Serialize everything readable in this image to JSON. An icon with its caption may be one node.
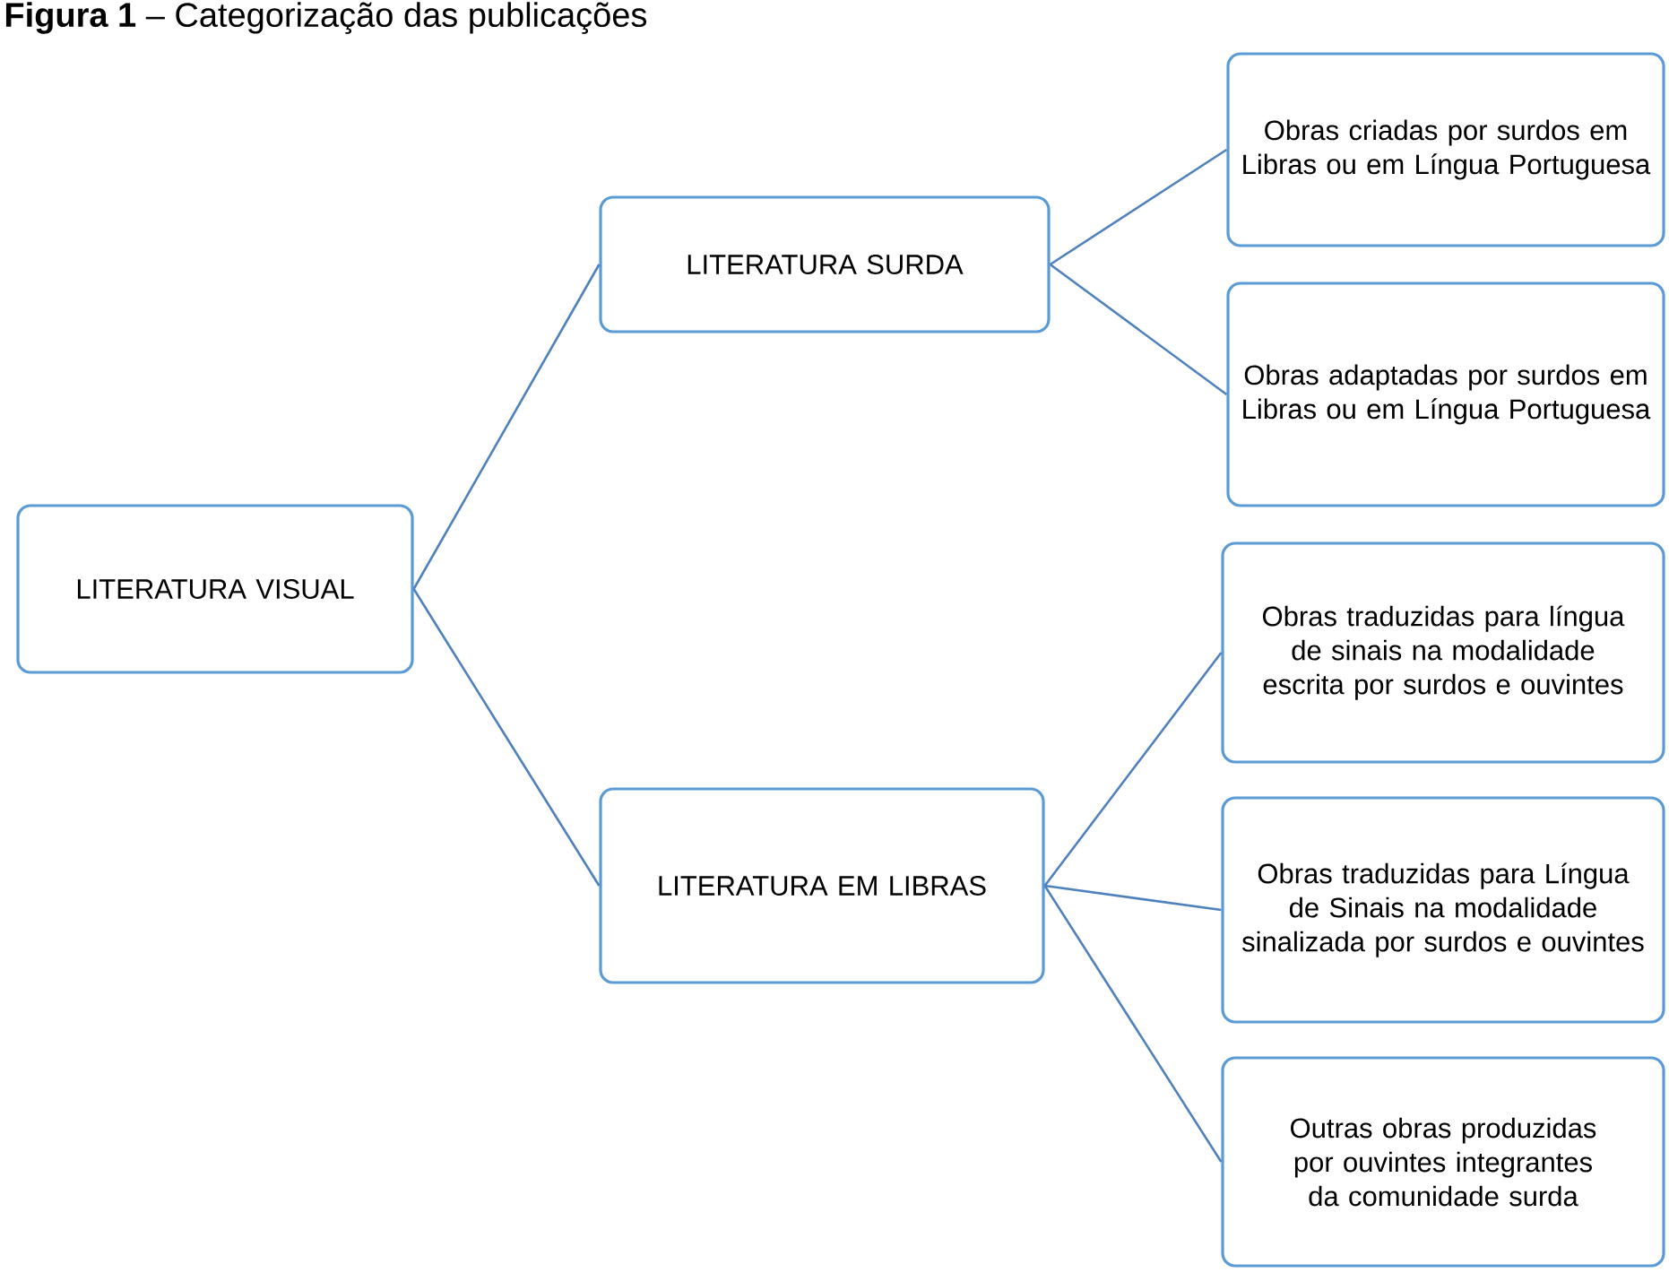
{
  "diagram": {
    "title": "**Figura 1** – Categorização das publicações",
    "nodes": [
      {
        "text": [
          "LITERATURA VISUAL"
        ]
      },
      {
        "text": [
          "LITERATURA SURDA"
        ]
      },
      {
        "text": [
          "LITERATURA EM LIBRAS"
        ]
      },
      {
        "text": [
          "Obras criadas por surdos em Libras ou em Língua Portuguesa"
        ]
      },
      {
        "text": [
          "Obras adaptadas por surdos em Libras ou em Língua Portuguesa"
        ]
      },
      {
        "text": [
          "Obras traduzidas para língua de sinais na modalidade escrita por surdos e ouvintes"
        ]
      },
      {
        "text": [
          "Obras traduzidas para Língua de Sinais na modalidade sinalizada por surdos e ouvintes"
        ]
      },
      {
        "text": [
          "Outras obras produzidas por ouvintes integrantes da comunidade surda"
        ]
      }
    ],
    "edges": [
      {
        "from": 0,
        "to": 1,
        "arrow": "none"
      },
      {
        "from": 0,
        "to": 2,
        "arrow": "none"
      },
      {
        "from": 1,
        "to": 3,
        "arrow": "none"
      },
      {
        "from": 1,
        "to": 4,
        "arrow": "none"
      },
      {
        "from": 2,
        "to": 5,
        "arrow": "none"
      },
      {
        "from": 2,
        "to": 6,
        "arrow": "none"
      },
      {
        "from": 2,
        "to": 7,
        "arrow": "none"
      }
    ]
  }
}
